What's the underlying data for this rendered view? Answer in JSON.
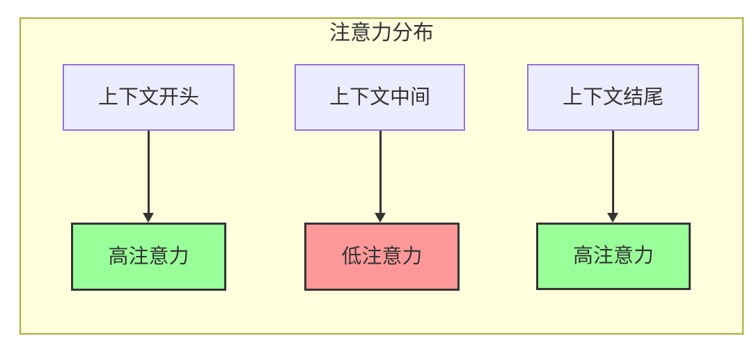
{
  "diagram": {
    "title": "注意力分布",
    "columns": [
      {
        "source": "上下文开头",
        "target": "高注意力",
        "attention": "high"
      },
      {
        "source": "上下文中间",
        "target": "低注意力",
        "attention": "low"
      },
      {
        "source": "上下文结尾",
        "target": "高注意力",
        "attention": "high"
      }
    ],
    "colors": {
      "canvas-bg": "#ffffff",
      "container-fill": "#ffffde",
      "container-border": "#aaaa33",
      "source-fill": "#ececff",
      "source-border": "#9370db",
      "high-fill": "#99ff99",
      "low-fill": "#ff9999",
      "status-border": "#333333",
      "edge": "#333333",
      "text": "#333333"
    }
  }
}
